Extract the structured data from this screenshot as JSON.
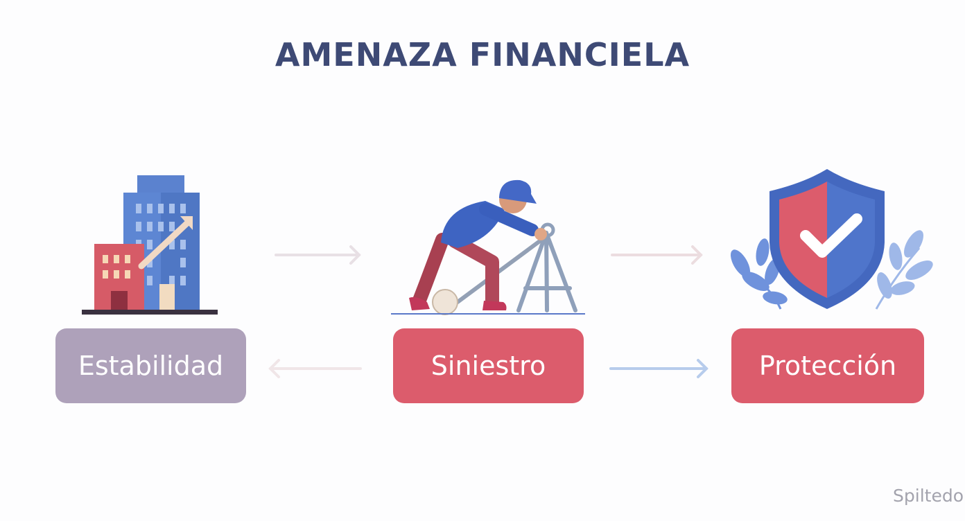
{
  "title": "AMENAZA FINANCIELA",
  "stages": [
    {
      "label": "Estabilidad",
      "icon": "buildings-growth-icon",
      "color": "#aea1ba"
    },
    {
      "label": "Siniestro",
      "icon": "worker-accident-icon",
      "color": "#dc5c6c"
    },
    {
      "label": "Protección",
      "icon": "shield-check-icon",
      "color": "#dc5c6c"
    }
  ],
  "colors": {
    "title": "#3e4a75",
    "red": "#dc5c6c",
    "blue": "#4a72c4",
    "arrow_faint": "#e6dfe4",
    "arrow_blue": "#b7ccec"
  },
  "watermark": "Spiltedo"
}
